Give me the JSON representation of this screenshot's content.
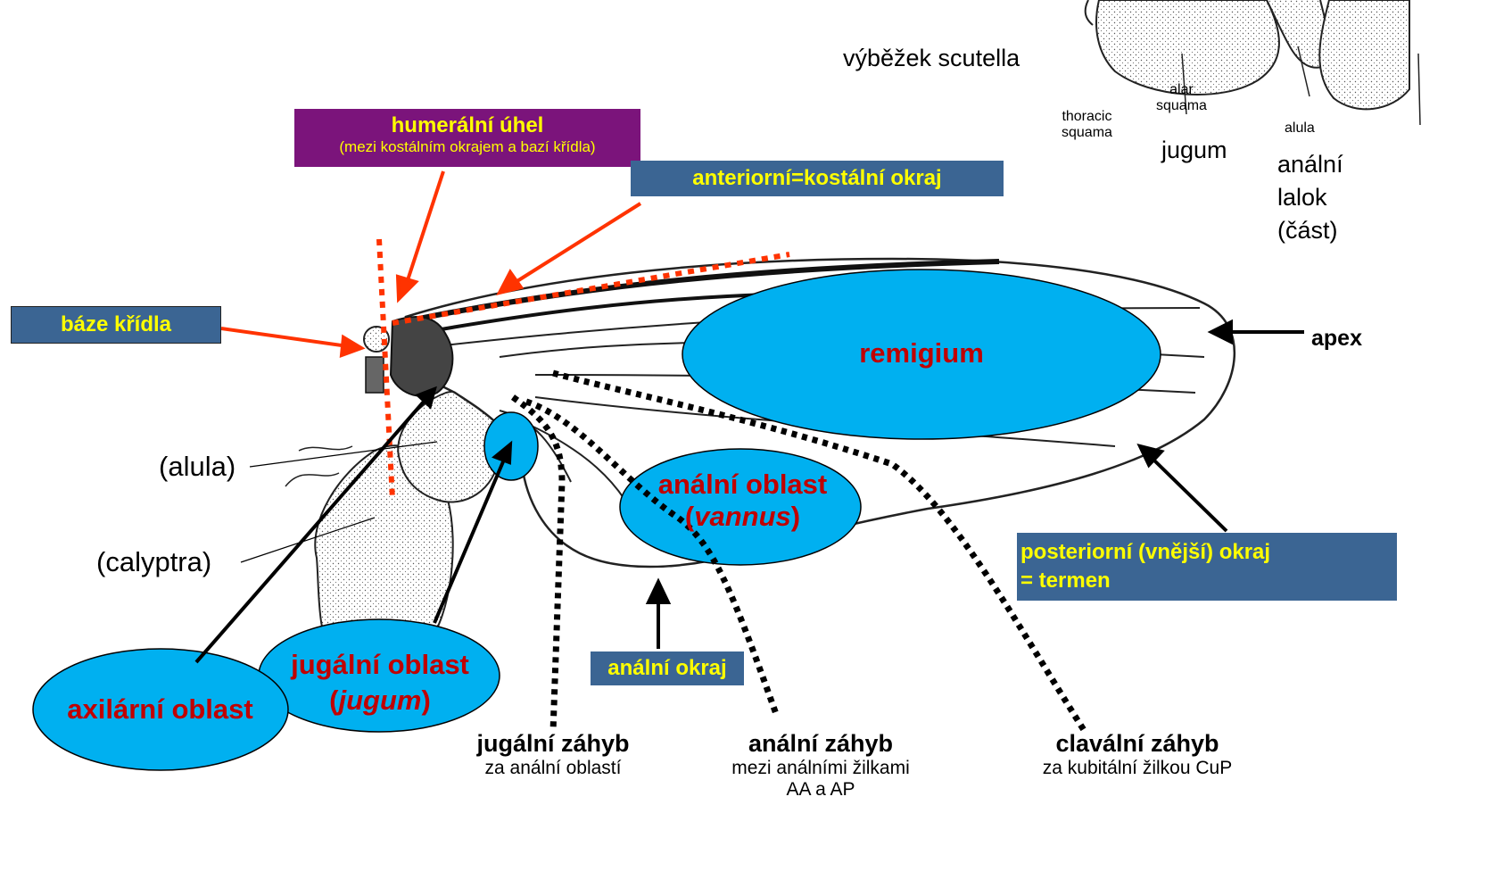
{
  "labels": {
    "humeral_title": "humerální úhel",
    "humeral_sub": "(mezi kostálním okrajem a bazí křídla)",
    "anterior_margin": "anteriorní=kostální okraj",
    "wing_base": "báze křídla",
    "apex": "apex",
    "remigium": "remigium",
    "anal_area_line1": "anální oblast",
    "anal_area_line2_open": "(",
    "anal_area_line2_italic": "vannus",
    "anal_area_line2_close": ")",
    "jugal_area_line1": "jugální oblast",
    "jugal_area_line2_open": "(",
    "jugal_area_line2_italic": "jugum",
    "jugal_area_line2_close": ")",
    "axillary_area": "axilární oblast",
    "alula": "(alula)",
    "calyptra": "(calyptra)",
    "posterior_margin_line1": "posteriorní (vnější) okraj",
    "posterior_margin_line2": "= termen",
    "anal_margin": "anální okraj",
    "scutellum_process": "výběžek scutella",
    "thoracic_squama_1": "thoracic",
    "thoracic_squama_2": "squama",
    "alar_squama_1": "alar",
    "alar_squama_2": "squama",
    "inset_alula": "alula",
    "jugum": "jugum",
    "anal_lobe_1": "anální",
    "anal_lobe_2": "lalok",
    "anal_lobe_3": "(část)"
  },
  "folds": [
    {
      "title": "jugální záhyb",
      "subtitle": "za anální oblastí"
    },
    {
      "title": "anální záhyb",
      "subtitle": "mezi análními žilkami",
      "subtitle2": "AA a AP"
    },
    {
      "title": "clavální záhyb",
      "subtitle": "za kubitální žilkou CuP"
    }
  ],
  "colors": {
    "ellipse_fill": "#00b0f0",
    "ellipse_text": "#c00000",
    "box_blue": "#3b6593",
    "box_purple": "#7b147b",
    "box_text": "#ffff00",
    "arrow_red": "#ff3300",
    "dotted_red": "#ff3300"
  }
}
